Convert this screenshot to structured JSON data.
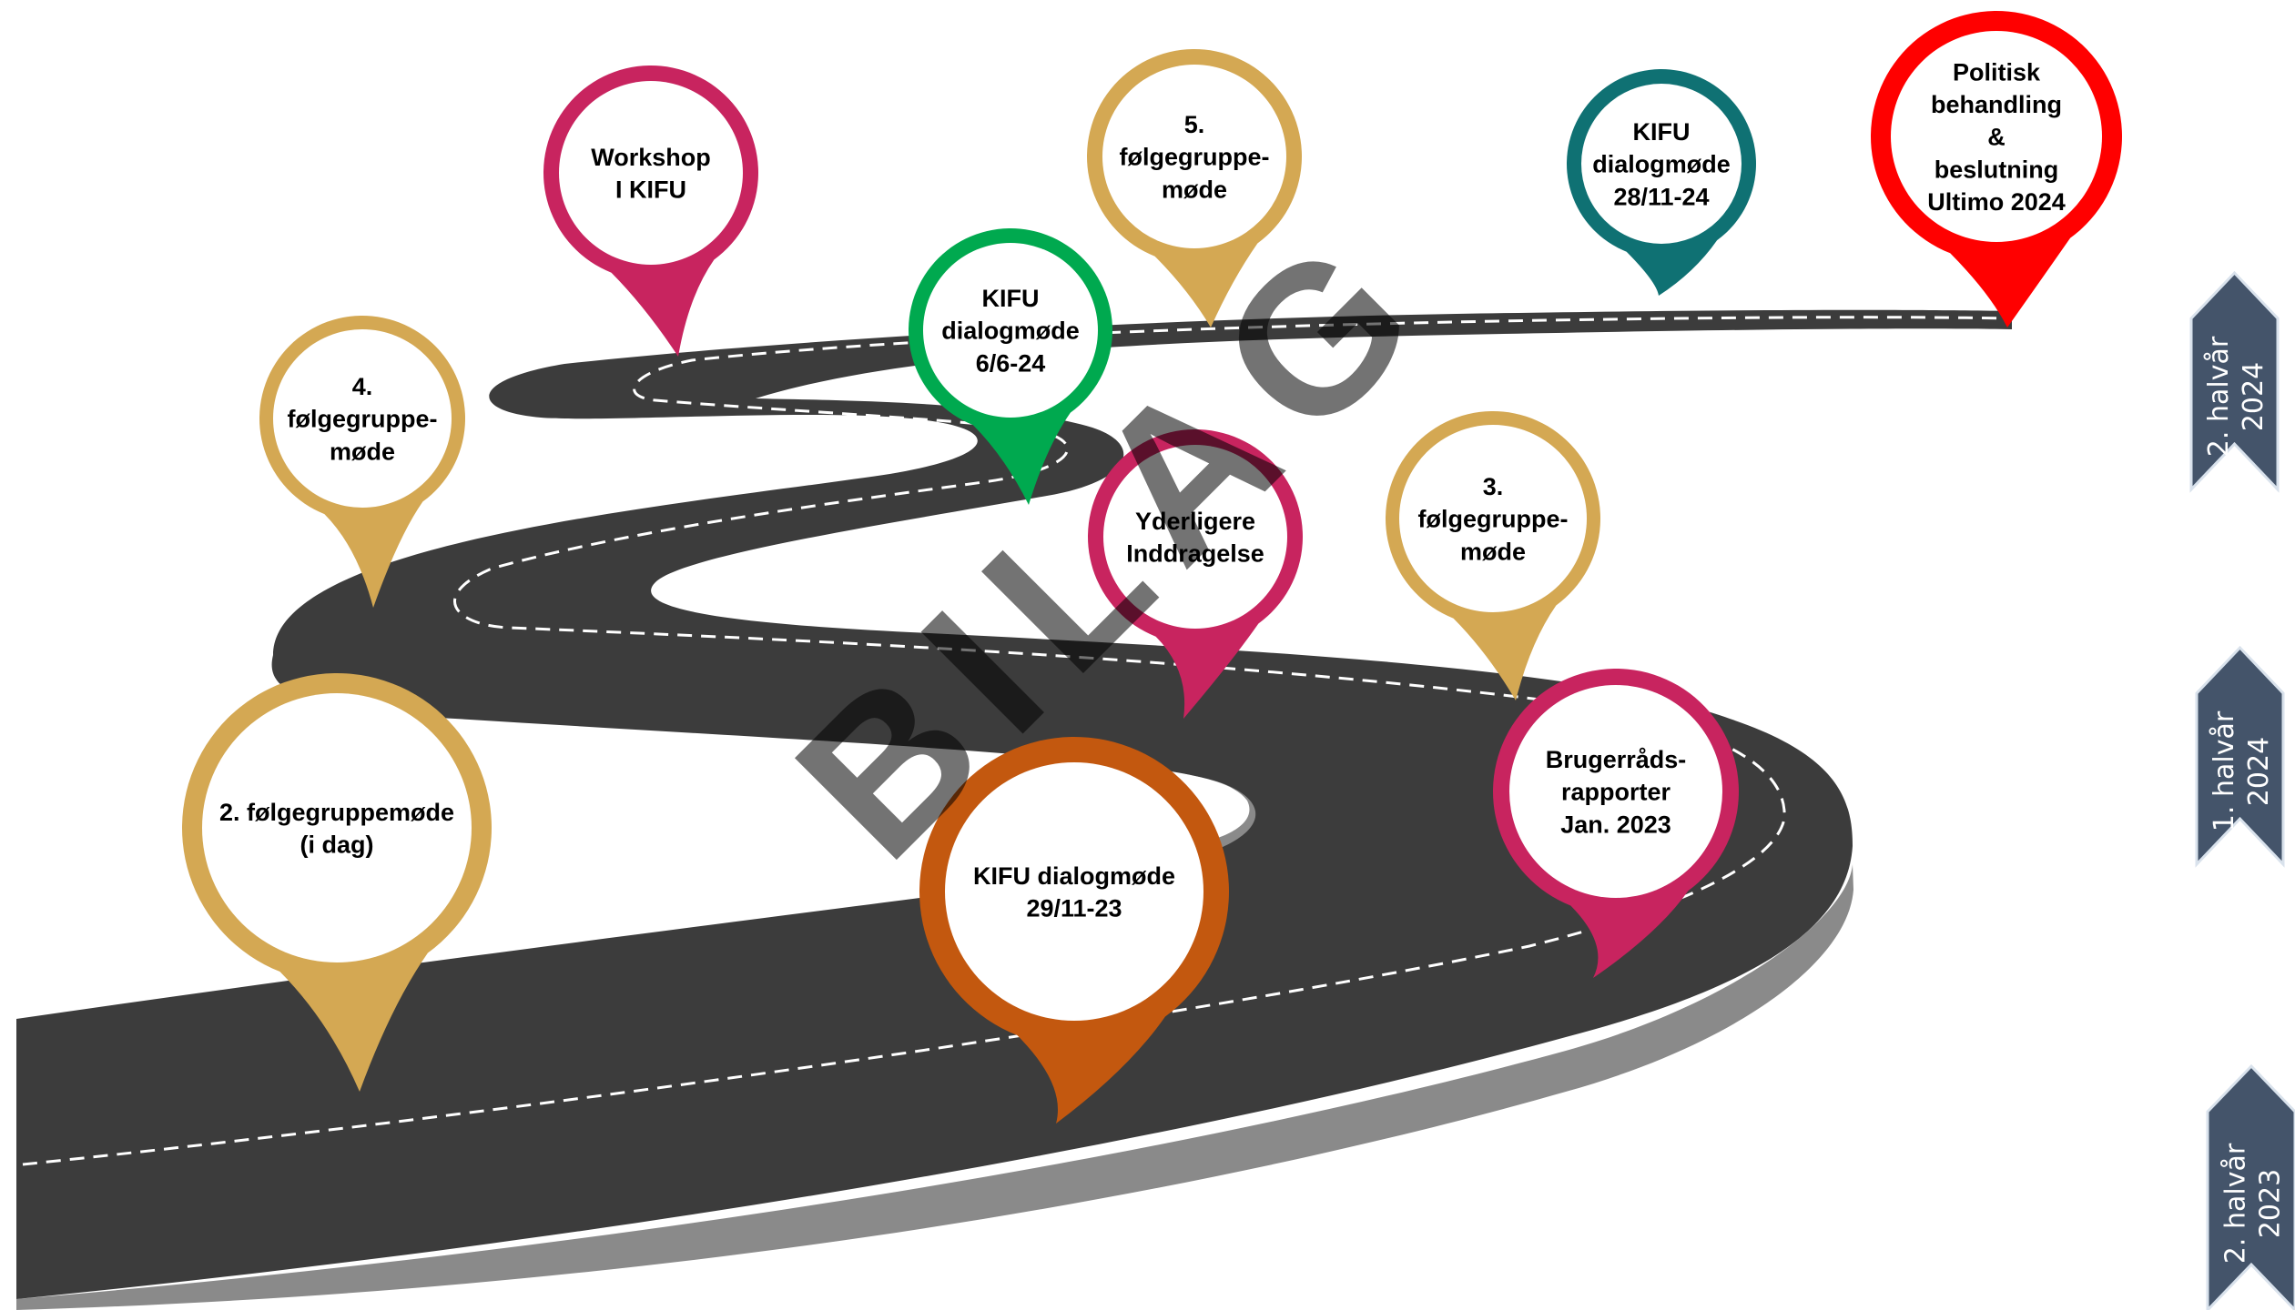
{
  "watermark": "BILAG",
  "colors": {
    "road": "#3c3c3c",
    "road_edge": "#8a8a8a",
    "road_dash": "#ffffff",
    "gold": "#d4a853",
    "magenta": "#c8245f",
    "green": "#00a94f",
    "teal": "#0f7173",
    "red": "#ff0000",
    "orange": "#c3580f",
    "period_fill": "#44546a",
    "period_border": "#d9e2ec"
  },
  "pins": [
    {
      "id": "pin-2-folgegruppemode",
      "lines": [
        "2. følgegruppemøde",
        "(i dag)"
      ],
      "color": "gold"
    },
    {
      "id": "pin-kifu-dialogmode-29-11-23",
      "lines": [
        "KIFU dialogmøde",
        "29/11-23"
      ],
      "color": "orange"
    },
    {
      "id": "pin-brugerradsrapporter",
      "lines": [
        "Brugerråds-",
        "rapporter",
        "Jan. 2023"
      ],
      "color": "magenta"
    },
    {
      "id": "pin-3-folgegruppemode",
      "lines": [
        "3.",
        "følgegruppe-",
        "møde"
      ],
      "color": "gold"
    },
    {
      "id": "pin-yderligere-inddragelse",
      "lines": [
        "Yderligere",
        "Inddragelse"
      ],
      "color": "magenta"
    },
    {
      "id": "pin-4-folgegruppemode",
      "lines": [
        "4.",
        "følgegruppe-",
        "møde"
      ],
      "color": "gold"
    },
    {
      "id": "pin-workshop-kifu",
      "lines": [
        "Workshop",
        "I KIFU"
      ],
      "color": "magenta"
    },
    {
      "id": "pin-kifu-dialogmode-6-6-24",
      "lines": [
        "KIFU",
        "dialogmøde",
        "6/6-24"
      ],
      "color": "green"
    },
    {
      "id": "pin-5-folgegruppemode",
      "lines": [
        "5.",
        "følgegruppe-",
        "møde"
      ],
      "color": "gold"
    },
    {
      "id": "pin-kifu-dialogmode-28-11-24",
      "lines": [
        "KIFU",
        "dialogmøde",
        "28/11-24"
      ],
      "color": "teal"
    },
    {
      "id": "pin-politisk-behandling",
      "lines": [
        "Politisk",
        "behandling",
        "&",
        "beslutning",
        "Ultimo 2024"
      ],
      "color": "red"
    }
  ],
  "periods": [
    {
      "id": "period-2-halvar-2024",
      "lines": [
        "2. halvår",
        "2024"
      ]
    },
    {
      "id": "period-1-halvar-2024",
      "lines": [
        "1. halvår",
        "2024"
      ]
    },
    {
      "id": "period-2-halvar-2023",
      "lines": [
        "2. halvår",
        "2023"
      ]
    }
  ]
}
